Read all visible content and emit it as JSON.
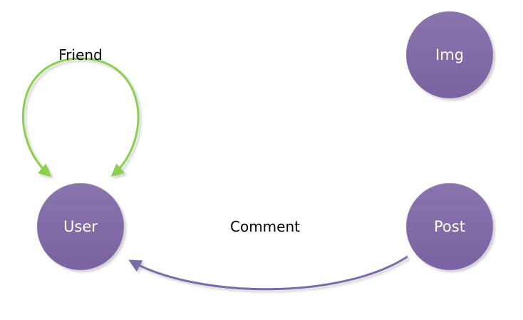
{
  "colors": {
    "node": "#7e68a6",
    "node_top": "#8a74ad",
    "friend_edge": "#8ccf4d",
    "purple_edge": "#7f6aa8"
  },
  "nodes": {
    "user": "User",
    "post": "Post",
    "img": "Img"
  },
  "edges": {
    "friend": "Friend",
    "comment": "Comment"
  }
}
